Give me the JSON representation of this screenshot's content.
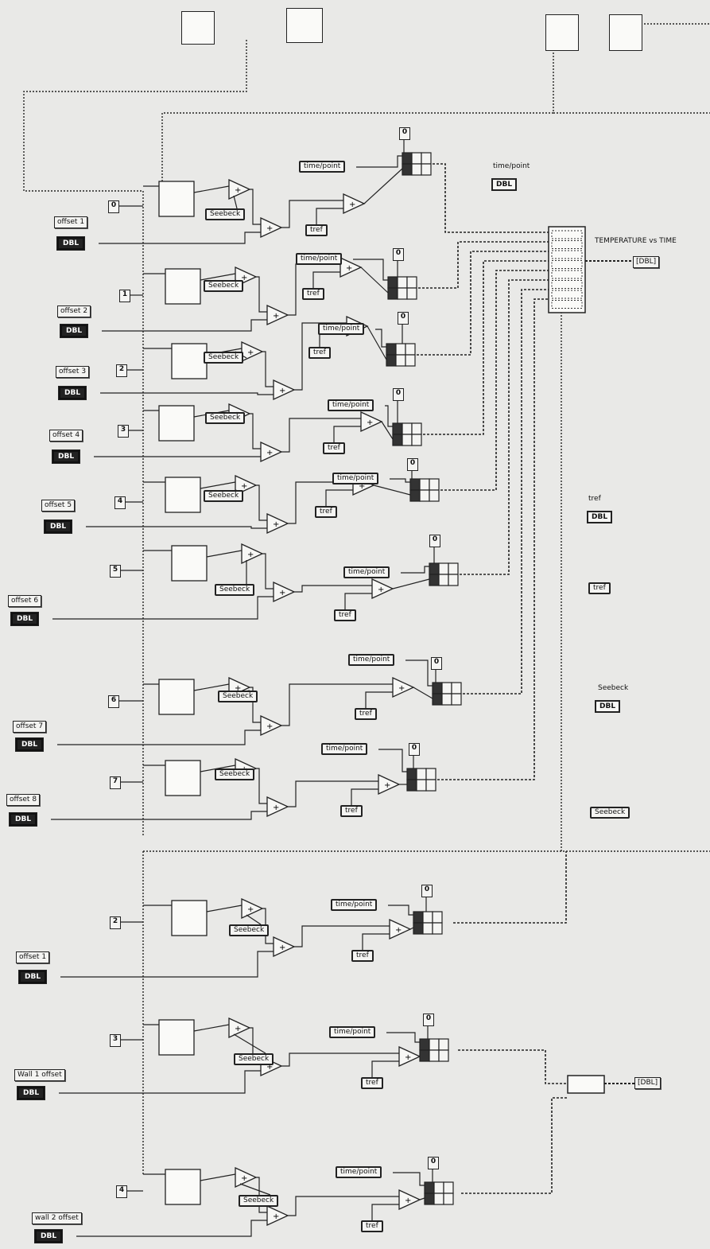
{
  "diagram": {
    "top_right_label": "TEMPERATURE vs TIME",
    "time_per_point_label": "time/point",
    "time_per_point_value": "DBL",
    "tref_label": "tref",
    "tref_value": "DBL",
    "tref_sub": "tref",
    "seebeck_label": "Seebeck",
    "seebeck_value": "DBL",
    "seebeck_sub": "Seebeck"
  },
  "offsets": [
    {
      "label": "offset 1",
      "value": "DBL"
    },
    {
      "label": "offset 2",
      "value": "DBL"
    },
    {
      "label": "offset 3",
      "value": "DBL"
    },
    {
      "label": "offset 4",
      "value": "DBL"
    },
    {
      "label": "offset 5",
      "value": "DBL"
    },
    {
      "label": "offset 6",
      "value": "DBL"
    },
    {
      "label": "offset 7",
      "value": "DBL"
    },
    {
      "label": "offset 8",
      "value": "DBL"
    },
    {
      "label": "offset 1",
      "value": "DBL"
    },
    {
      "label": "Wall 1 offset",
      "value": "DBL"
    },
    {
      "label": "wall 2 offset",
      "value": "DBL"
    }
  ],
  "channels": [
    "0",
    "1",
    "2",
    "3",
    "4",
    "5",
    "6",
    "7",
    "2",
    "3",
    "4"
  ],
  "node_text": {
    "timepoint": "time/point",
    "seebeck": "Seebeck",
    "tref": "tref",
    "plus": "+",
    "zero": "0",
    "out1": "[DBL]",
    "out2": "[DBL]"
  },
  "colors": {
    "background": "#e9e9e7",
    "wire": "#222222"
  }
}
